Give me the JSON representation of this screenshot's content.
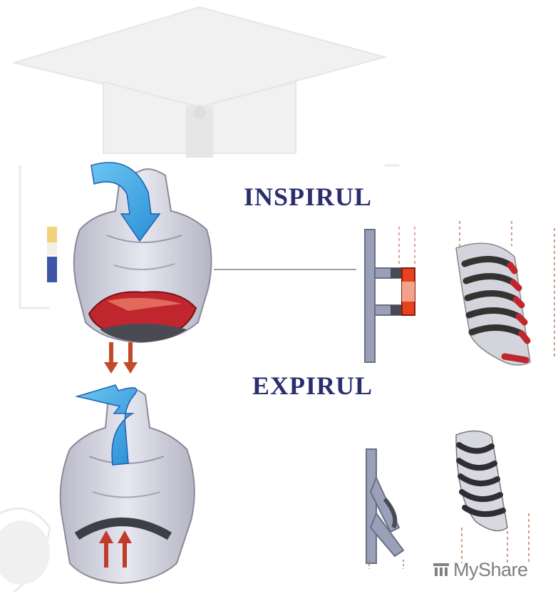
{
  "labels": {
    "inspiration": "INSPIRUL",
    "expiration": "EXPIRUL"
  },
  "watermark": {
    "brand_text": "MyShare",
    "icon": "myshared-logo-icon",
    "background_icon": "graduation-cap-icon"
  },
  "colors": {
    "label_text": "#2a2e6f",
    "airflow_arrow": "#3aa9e6",
    "arrow_edge": "#1f5fb0",
    "diaphragm_red": "#c0262d",
    "diaphragm_dark": "#4a4a52",
    "skin": "#dcdce6",
    "watermark": "#ececec"
  }
}
